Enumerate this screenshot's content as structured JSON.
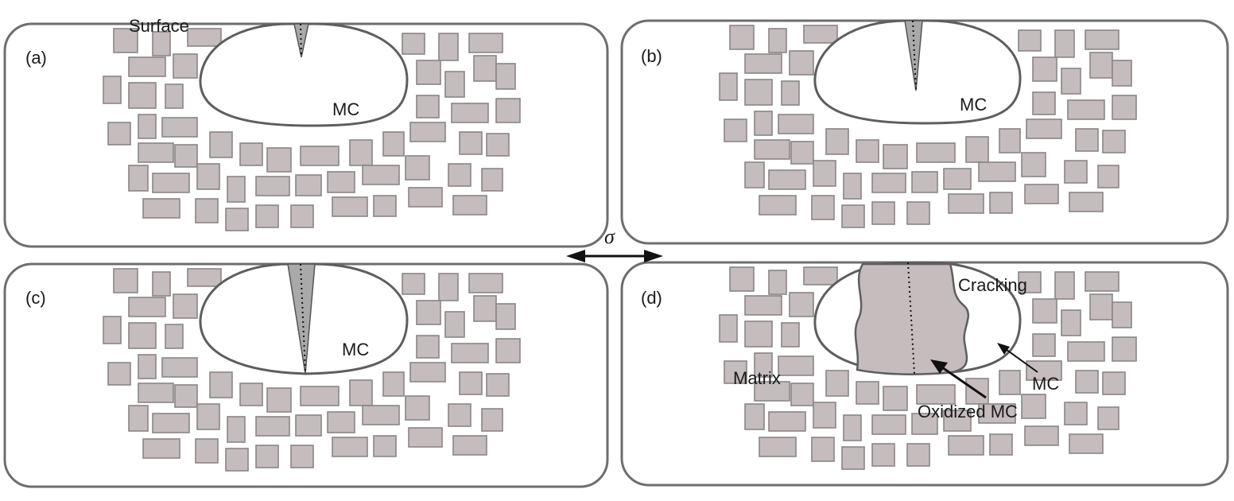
{
  "panels": [
    {
      "id": "a",
      "label": "(a)",
      "mc_label": "MC",
      "annotation": "Surface"
    },
    {
      "id": "b",
      "label": "(b)",
      "mc_label": "MC"
    },
    {
      "id": "c",
      "label": "(c)",
      "mc_label": "MC"
    },
    {
      "id": "d",
      "label": "(d)",
      "labels": {
        "cracking": "Cracking",
        "mc": "MC",
        "matrix": "Matrix",
        "oxidized": "Oxidized MC"
      }
    }
  ],
  "stress_symbol": "σ",
  "colors": {
    "grain_fill": "#c4bcbd",
    "grain_stroke": "#8a8587",
    "frame_stroke": "#6e6e6e",
    "crack": "#a9a9a9"
  }
}
